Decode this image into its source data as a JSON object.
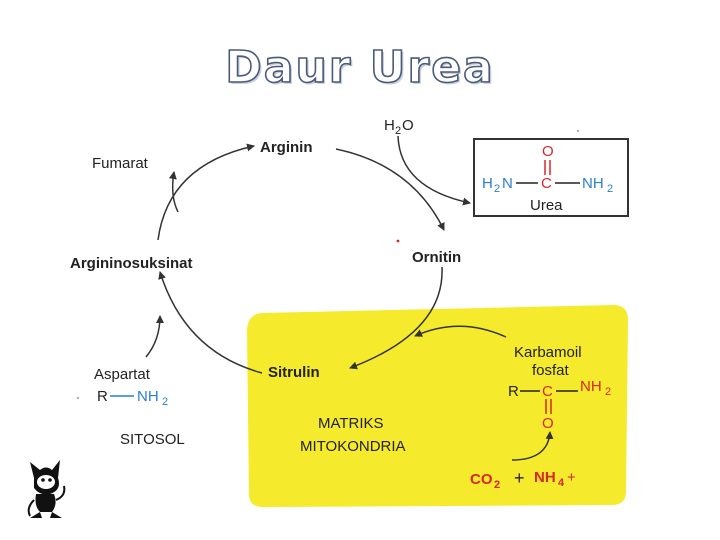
{
  "title": "Daur Urea",
  "labels": {
    "arginin": "Arginin",
    "fumarat": "Fumarat",
    "argininosuksinat": "Argininosuksinat",
    "ornitin": "Ornitin",
    "sitrulin": "Sitrulin",
    "aspartat": "Aspartat",
    "aspartat_r": "R",
    "aspartat_nh2": "NH",
    "aspartat_sub": "2",
    "sitosol": "SITOSOL",
    "matriks_line1": "MATRIKS",
    "matriks_line2": "MITOKONDRIA",
    "water_h": "H",
    "water_sub": "2",
    "water_o": "O",
    "karbamoil_line1": "Karbamoil",
    "karbamoil_line2": "fosfat",
    "karbamoil_r": "R",
    "karbamoil_c": "C",
    "karbamoil_o": "O",
    "karbamoil_nh": "NH",
    "karbamoil_sub": "2",
    "co2": "CO",
    "co2_sub": "2",
    "plus1": "+",
    "nh4": "NH",
    "nh4_sub": "4",
    "plus2": "+",
    "urea_o": "O",
    "urea_h2n_h": "H",
    "urea_h2n_sub": "2",
    "urea_h2n_n": "N",
    "urea_c": "C",
    "urea_nh": "NH",
    "urea_nh_sub": "2",
    "urea": "Urea"
  },
  "colors": {
    "matrix_fill": "#f5ea2b",
    "blue": "#2a7fd0",
    "red": "#d8262a",
    "arrow": "#333333",
    "title_stroke": "#4a5a7a"
  },
  "icons": [
    "cartoon-cat-icon"
  ]
}
